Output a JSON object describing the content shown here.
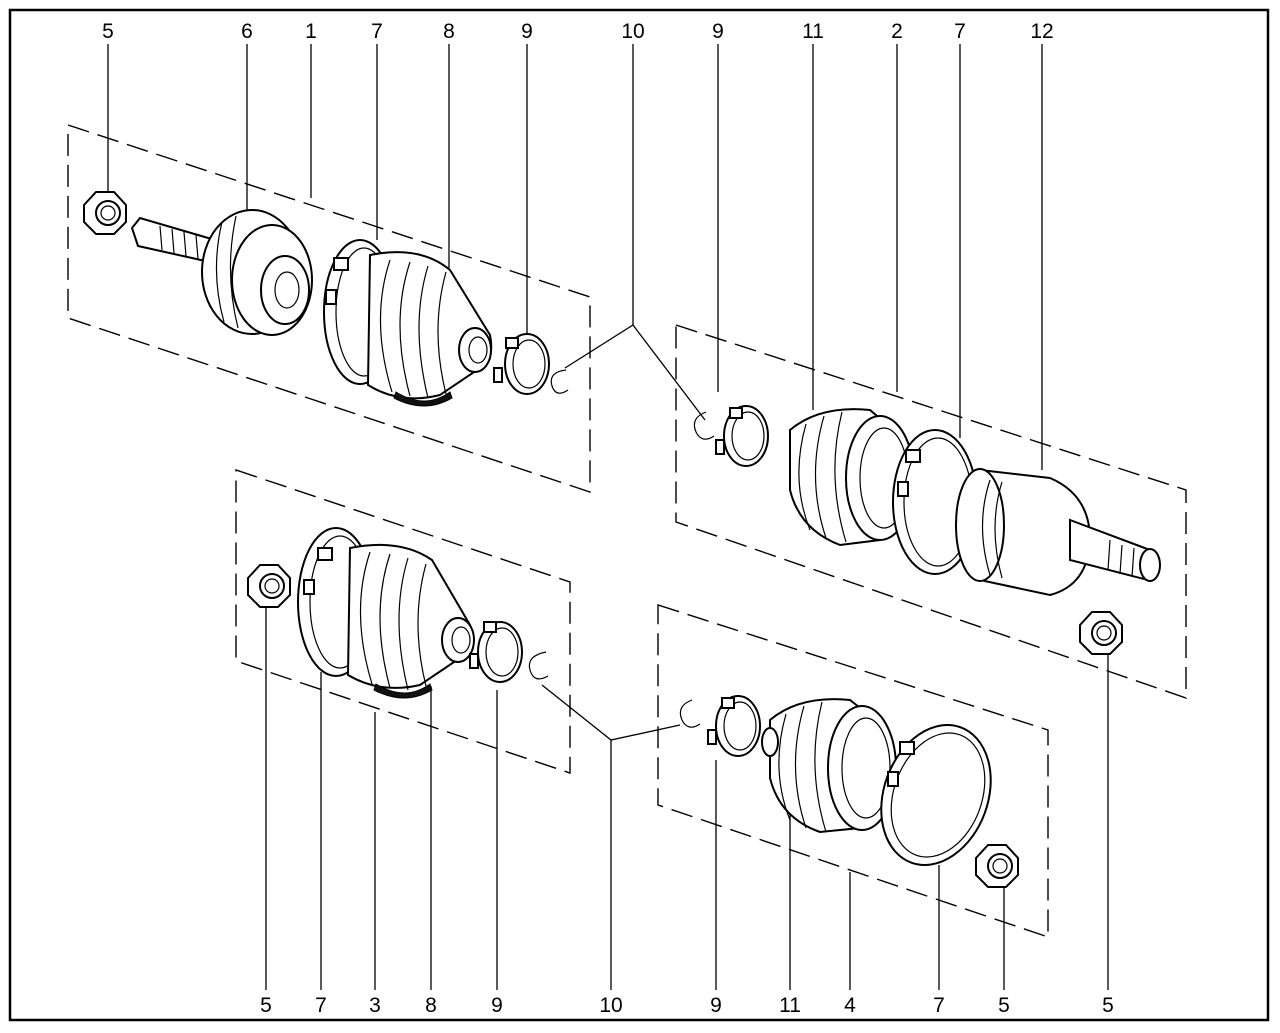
{
  "callouts_top": [
    "5",
    "6",
    "1",
    "7",
    "8",
    "9",
    "10",
    "9",
    "11",
    "2",
    "7",
    "12"
  ],
  "callouts_bottom": [
    "5",
    "7",
    "3",
    "8",
    "9",
    "10",
    "9",
    "11",
    "4",
    "7",
    "5",
    "5"
  ]
}
